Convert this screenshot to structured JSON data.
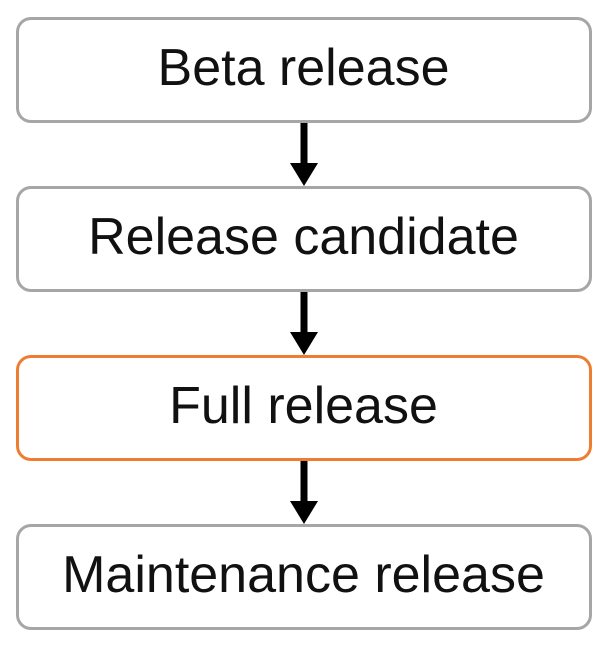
{
  "diagram": {
    "type": "flowchart",
    "direction": "top-to-bottom",
    "steps": [
      {
        "label": "Beta release",
        "highlighted": false
      },
      {
        "label": "Release candidate",
        "highlighted": false
      },
      {
        "label": "Full release",
        "highlighted": true
      },
      {
        "label": "Maintenance release",
        "highlighted": false
      }
    ],
    "connector": "down-arrow"
  },
  "colors": {
    "box_border_default": "#a6a6a6",
    "box_border_highlight": "#ed7d31",
    "box_fill": "#ffffff",
    "text": "#111111",
    "arrow": "#000000",
    "background": "#ffffff"
  }
}
